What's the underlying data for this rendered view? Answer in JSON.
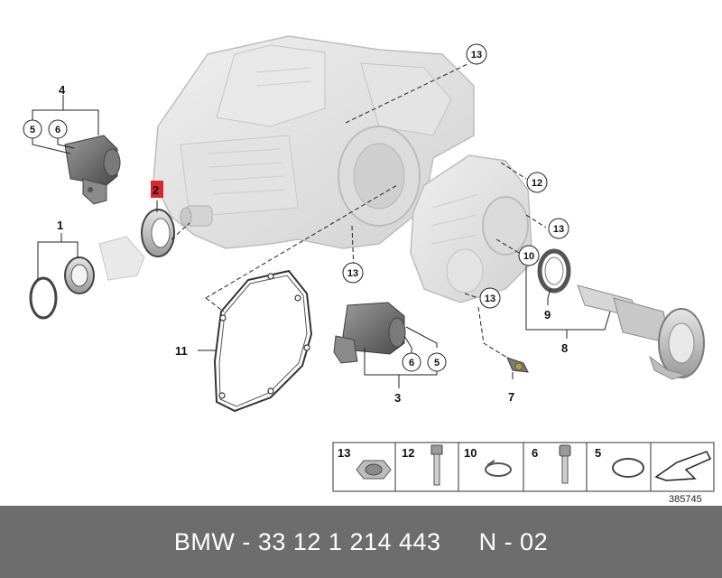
{
  "diagram": {
    "labels": {
      "p1": "1",
      "p2": "2",
      "p3": "3",
      "p4": "4",
      "p5a": "5",
      "p5b": "5",
      "p6a": "6",
      "p6b": "6",
      "p7": "7",
      "p8": "8",
      "p9": "9",
      "p10": "10",
      "p11": "11",
      "p12": "12",
      "p13a": "13",
      "p13b": "13",
      "p13c": "13",
      "p13d": "13"
    },
    "legend": {
      "n13": "13",
      "n12": "12",
      "n10": "10",
      "n6": "6",
      "n5": "5"
    },
    "ref_number": "385745",
    "highlight_color": "#d9262b"
  },
  "footer": {
    "part_text": "BMW - 33 12 1 214 443",
    "page_text": "N - 02"
  }
}
